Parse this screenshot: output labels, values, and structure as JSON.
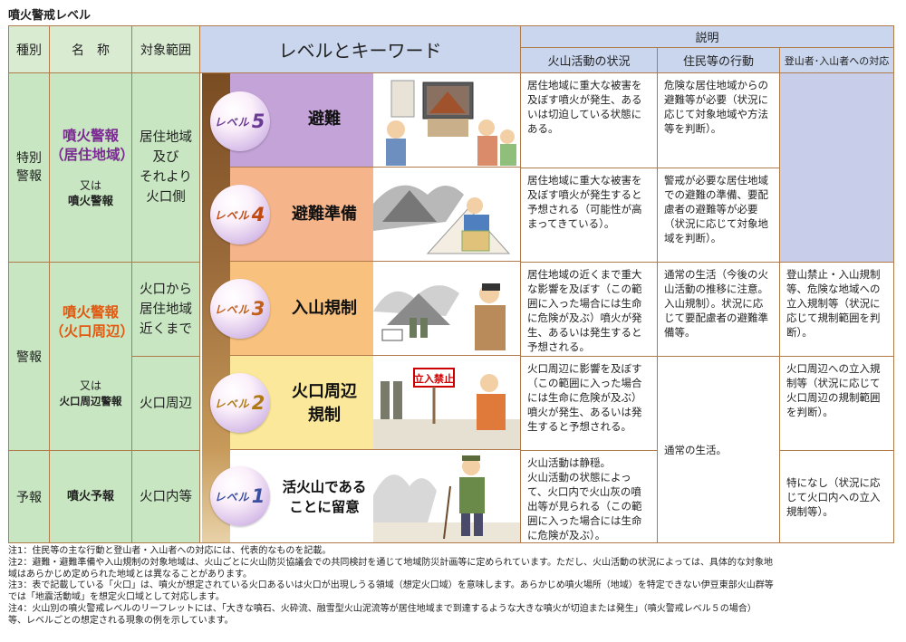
{
  "title": "噴火警戒レベル",
  "headers": {
    "category": "種別",
    "name": "名　称",
    "scope": "対象範囲",
    "level_keyword": "レベルとキーワード",
    "explanation": "説明",
    "volcano_status": "火山活動の状況",
    "resident_action": "住民等の行動",
    "climber_action": "登山者･入山者への対応"
  },
  "categories": {
    "special": "特別\n警報",
    "warning": "警報",
    "forecast": "予報"
  },
  "names": {
    "special_main": "噴火警報\n（居住地域）",
    "special_or": "又は",
    "special_alt": "噴火警報",
    "warning_main": "噴火警報\n（火口周辺）",
    "warning_or": "又は",
    "warning_alt": "火口周辺警報",
    "forecast_main": "噴火予報"
  },
  "scopes": {
    "special": "居住地域\n及び\nそれより\n火口側",
    "warning_l3": "火口から\n居住地域\n近くまで",
    "warning_l2": "火口周辺",
    "forecast": "火口内等"
  },
  "levels": [
    {
      "label": "レベル",
      "num": "5",
      "keyword": "避難",
      "status": "居住地域に重大な被害を及ぼす噴火が発生、あるいは切迫している状態にある。",
      "resident": "危険な居住地域からの避難等が必要（状況に応じて対象地域や方法等を判断）。",
      "color": "#c4a3d8"
    },
    {
      "label": "レベル",
      "num": "4",
      "keyword": "避難準備",
      "status": "居住地域に重大な被害を及ぼす噴火が発生すると予想される（可能性が高まってきている）。",
      "resident": "警戒が必要な居住地域での避難の準備、要配慮者の避難等が必要（状況に応じて対象地域を判断）。",
      "color": "#f6b48a"
    },
    {
      "label": "レベル",
      "num": "3",
      "keyword": "入山規制",
      "status": "居住地域の近くまで重大な影響を及ぼす（この範囲に入った場合には生命に危険が及ぶ）噴火が発生、あるいは発生すると予想される。",
      "resident": "通常の生活（今後の火山活動の推移に注意。入山規制）。状況に応じて要配慮者の避難準備等。",
      "climber": "登山禁止・入山規制等、危険な地域への立入規制等（状況に応じて規制範囲を判断）。",
      "color": "#f8c27e"
    },
    {
      "label": "レベル",
      "num": "2",
      "keyword": "火口周辺\n規制",
      "status": "火口周辺に影響を及ぼす（この範囲に入った場合には生命に危険が及ぶ）噴火が発生、あるいは発生すると予想される。",
      "climber": "火口周辺への立入規制等（状況に応じて火口周辺の規制範囲を判断）。",
      "color": "#fbe89a"
    },
    {
      "label": "レベル",
      "num": "1",
      "keyword": "活火山である\nことに留意",
      "status": "火山活動は静穏。\n火山活動の状態によって、火口内で火山灰の噴出等が見られる（この範囲に入った場合には生命に危険が及ぶ）。",
      "climber": "特になし（状況に応じて火口内への立入規制等）。",
      "color": "#ffffff"
    }
  ],
  "resident_l1_l2": "通常の生活。",
  "notes": [
    "注1：住民等の主な行動と登山者・入山者への対応には、代表的なものを記載。",
    "注2：避難・避難準備や入山規制の対象地域は、火山ごとに火山防災協議会での共同検討を通じて地域防災計画等に定められています。ただし、火山活動の状況によっては、具体的な対象地",
    "域はあらかじめ定められた地域とは異なることがあります。",
    "注3：表で記載している「火口」は、噴火が想定されている火口あるいは火口が出現しうる領域（想定火口域）を意味します。あらかじめ噴火場所（地域）を特定できない伊豆東部火山群等",
    "では「地震活動域」を想定火口域として対応します。",
    "注4：火山別の噴火警戒レベルのリーフレットには、「大きな噴石、火砕流、融雪型火山泥流等が居住地域まで到達するような大きな噴火が切迫または発生」（噴火警戒レベル５の場合）",
    "等、レベルごとの想定される現象の例を示しています。"
  ],
  "sign_text": "立入禁止"
}
